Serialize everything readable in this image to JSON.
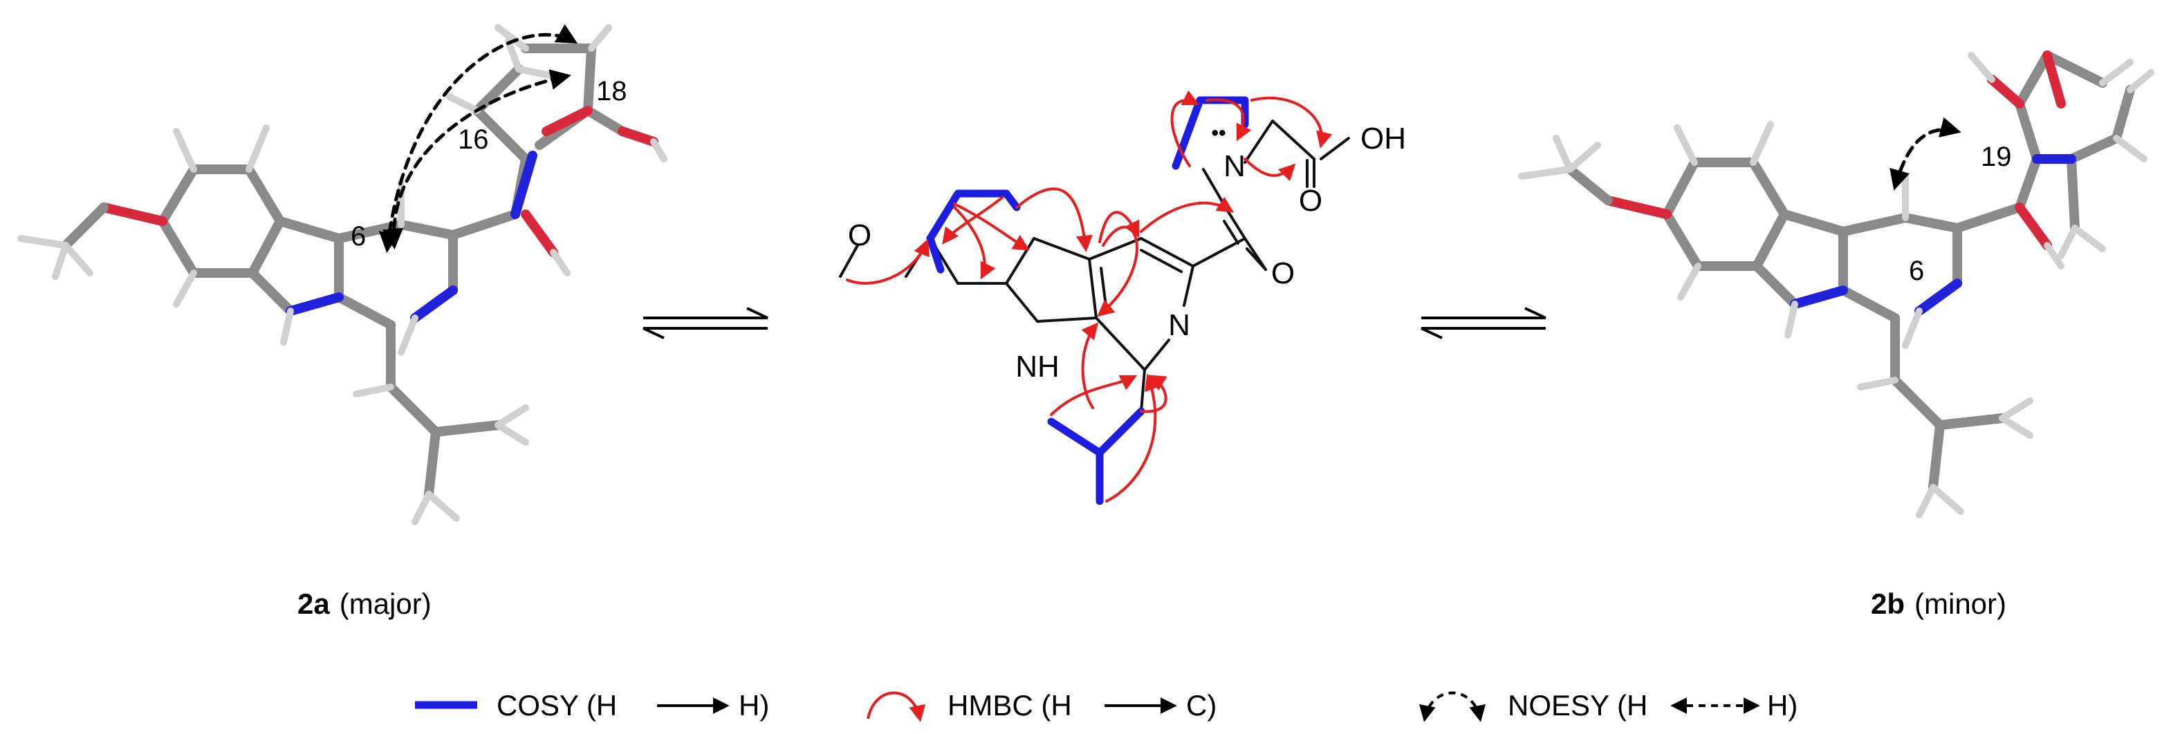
{
  "colors": {
    "carbon": "#8a8a8a",
    "hydrogen": "#d0d0d0",
    "nitrogen": "#2222dd",
    "oxygen": "#d8283c",
    "cosy": "#1d1de0",
    "hmbc": "#e61e1e",
    "noesy": "#000000",
    "bond": "#111111"
  },
  "left_model": {
    "atom_labels": {
      "c6": "6",
      "c16": "16",
      "c18": "18"
    },
    "caption": {
      "compound": "2a",
      "note": "(major)"
    }
  },
  "right_model": {
    "atom_labels": {
      "c6": "6",
      "c19": "19"
    },
    "caption": {
      "compound": "2b",
      "note": "(minor)"
    }
  },
  "center_structure": {
    "atoms": {
      "methoxy_o": "O",
      "indole_nh": "NH",
      "pyridine_n": "N",
      "pyrrolidine_n": "N",
      "carbonyl_o": "O",
      "acid_oh": "OH",
      "acid_o": "O"
    },
    "lone_pair": "••"
  },
  "legend": [
    {
      "type": "cosy",
      "label_a": "COSY (H",
      "label_b": "H)"
    },
    {
      "type": "hmbc",
      "label_a": "HMBC (H",
      "label_b": "C)"
    },
    {
      "type": "noesy",
      "label_a": "NOESY (H",
      "label_b": "H)"
    }
  ],
  "icons": [
    "cosy-line-icon",
    "hmbc-arc-icon",
    "noesy-arc-icon",
    "equilibrium-arrow-icon"
  ]
}
